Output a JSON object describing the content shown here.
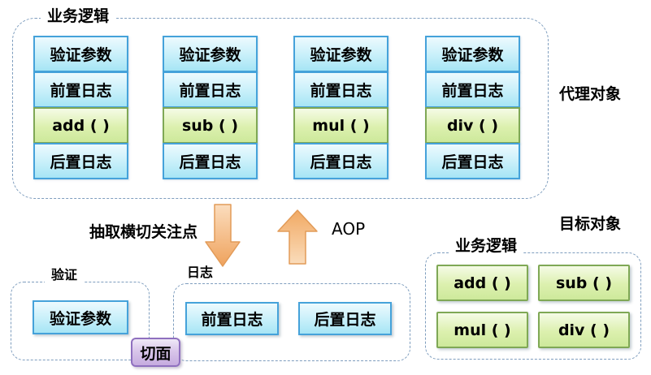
{
  "colors": {
    "dash_border": "#7E9DBE",
    "blue_border": "#45A2DA",
    "blue_fill_top": "#EDFAFE",
    "blue_fill_bottom": "#A6E5F5",
    "green_border": "#7FA855",
    "green_fill_top": "#F5FBE6",
    "green_fill_bottom": "#CDE99B",
    "orange_arrow": "#EFA25C",
    "purple_border": "#8F70BF",
    "text": "#000000"
  },
  "proxy": {
    "container_label": "业务逻辑",
    "side_label": "代理对象",
    "columns": [
      {
        "cells": [
          "验证参数",
          "前置日志",
          "add ( )",
          "后置日志"
        ]
      },
      {
        "cells": [
          "验证参数",
          "前置日志",
          "sub ( )",
          "后置日志"
        ]
      },
      {
        "cells": [
          "验证参数",
          "前置日志",
          "mul ( )",
          "后置日志"
        ]
      },
      {
        "cells": [
          "验证参数",
          "前置日志",
          "div ( )",
          "后置日志"
        ]
      }
    ]
  },
  "middle": {
    "extract_label": "抽取横切关注点",
    "aop_label": "AOP"
  },
  "aspects": {
    "validation": {
      "label": "验证",
      "items": [
        "验证参数"
      ]
    },
    "log": {
      "label": "日志",
      "items": [
        "前置日志",
        "后置日志"
      ]
    },
    "badge": "切面"
  },
  "target": {
    "side_label": "目标对象",
    "container_label": "业务逻辑",
    "methods": [
      "add ( )",
      "sub ( )",
      "mul ( )",
      "div ( )"
    ]
  }
}
